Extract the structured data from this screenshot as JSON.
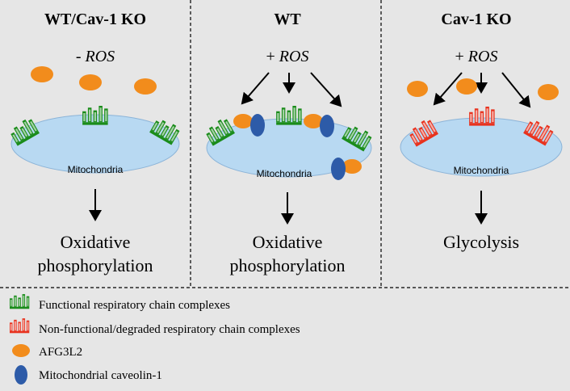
{
  "panels": [
    {
      "title": "WT/Cav-1 KO",
      "condition_sign": "- ",
      "condition_italic": "ROS",
      "organelle": "Mitochondria",
      "outcome_line1": "Oxidative",
      "outcome_line2": "phosphorylation"
    },
    {
      "title": "WT",
      "condition_sign": "+ ",
      "condition_italic": "ROS",
      "organelle": "Mitochondria",
      "outcome_line1": "Oxidative",
      "outcome_line2": "phosphorylation"
    },
    {
      "title": "Cav-1 KO",
      "condition_sign": "+ ",
      "condition_italic": "ROS",
      "organelle": "Mitochondria",
      "outcome_line1": "Glycolysis",
      "outcome_line2": ""
    }
  ],
  "legend": [
    {
      "icon": "functional-complex-icon",
      "label": "Functional respiratory chain complexes"
    },
    {
      "icon": "degraded-complex-icon",
      "label": "Non-functional/degraded respiratory chain complexes"
    },
    {
      "icon": "afg3l2-icon",
      "label": "AFG3L2"
    },
    {
      "icon": "caveolin-icon",
      "label": "Mitochondrial caveolin-1"
    }
  ],
  "colors": {
    "background": "#e6e6e6",
    "mitochondria_fill": "#b8d9f2",
    "mitochondria_stroke": "#8cb4d8",
    "functional_complex": "#1a8c1a",
    "degraded_complex": "#e8321e",
    "afg3l2": "#f28c1c",
    "caveolin": "#2d5ba8"
  }
}
